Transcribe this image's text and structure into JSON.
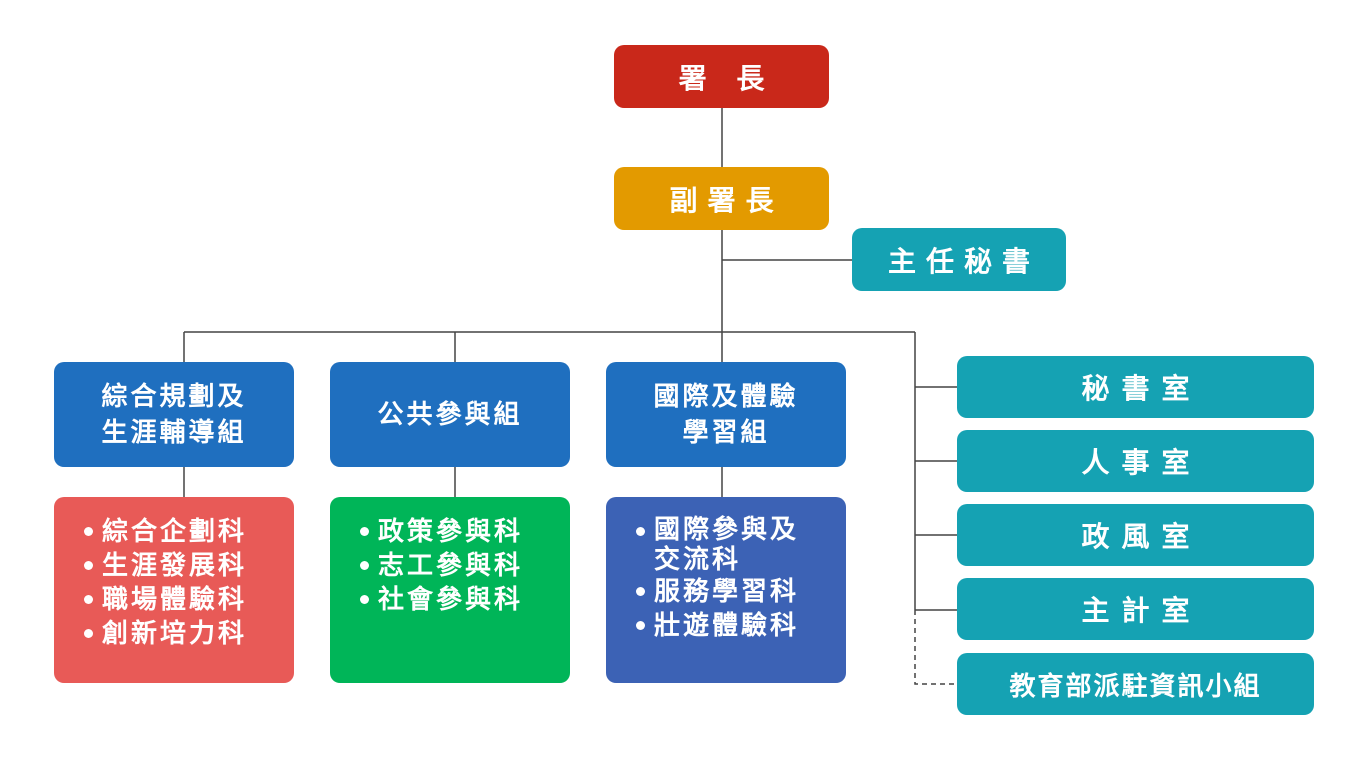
{
  "colors": {
    "head": "#c9281a",
    "deputy": "#e39a00",
    "secretary_general": "#15a2b3",
    "group": "#1f6fbf",
    "office": "#15a2b3",
    "unit_1": "#e85a57",
    "unit_2": "#00b558",
    "unit_3": "#3c62b5",
    "line": "#444444"
  },
  "head": "署 長",
  "deputy": "副署長",
  "secretary_general": "主任秘書",
  "groups": [
    {
      "name": "綜合規劃及\n生涯輔導組",
      "units": [
        "綜合企劃科",
        "生涯發展科",
        "職場體驗科",
        "創新培力科"
      ]
    },
    {
      "name": "公共參與組",
      "units": [
        "政策參與科",
        "志工參與科",
        "社會參與科"
      ]
    },
    {
      "name": "國際及體驗\n學習組",
      "units": [
        "國際參與及交流科",
        "服務學習科",
        "壯遊體驗科"
      ]
    }
  ],
  "offices": [
    "秘書室",
    "人事室",
    "政風室",
    "主計室",
    "教育部派駐資訊小組"
  ]
}
